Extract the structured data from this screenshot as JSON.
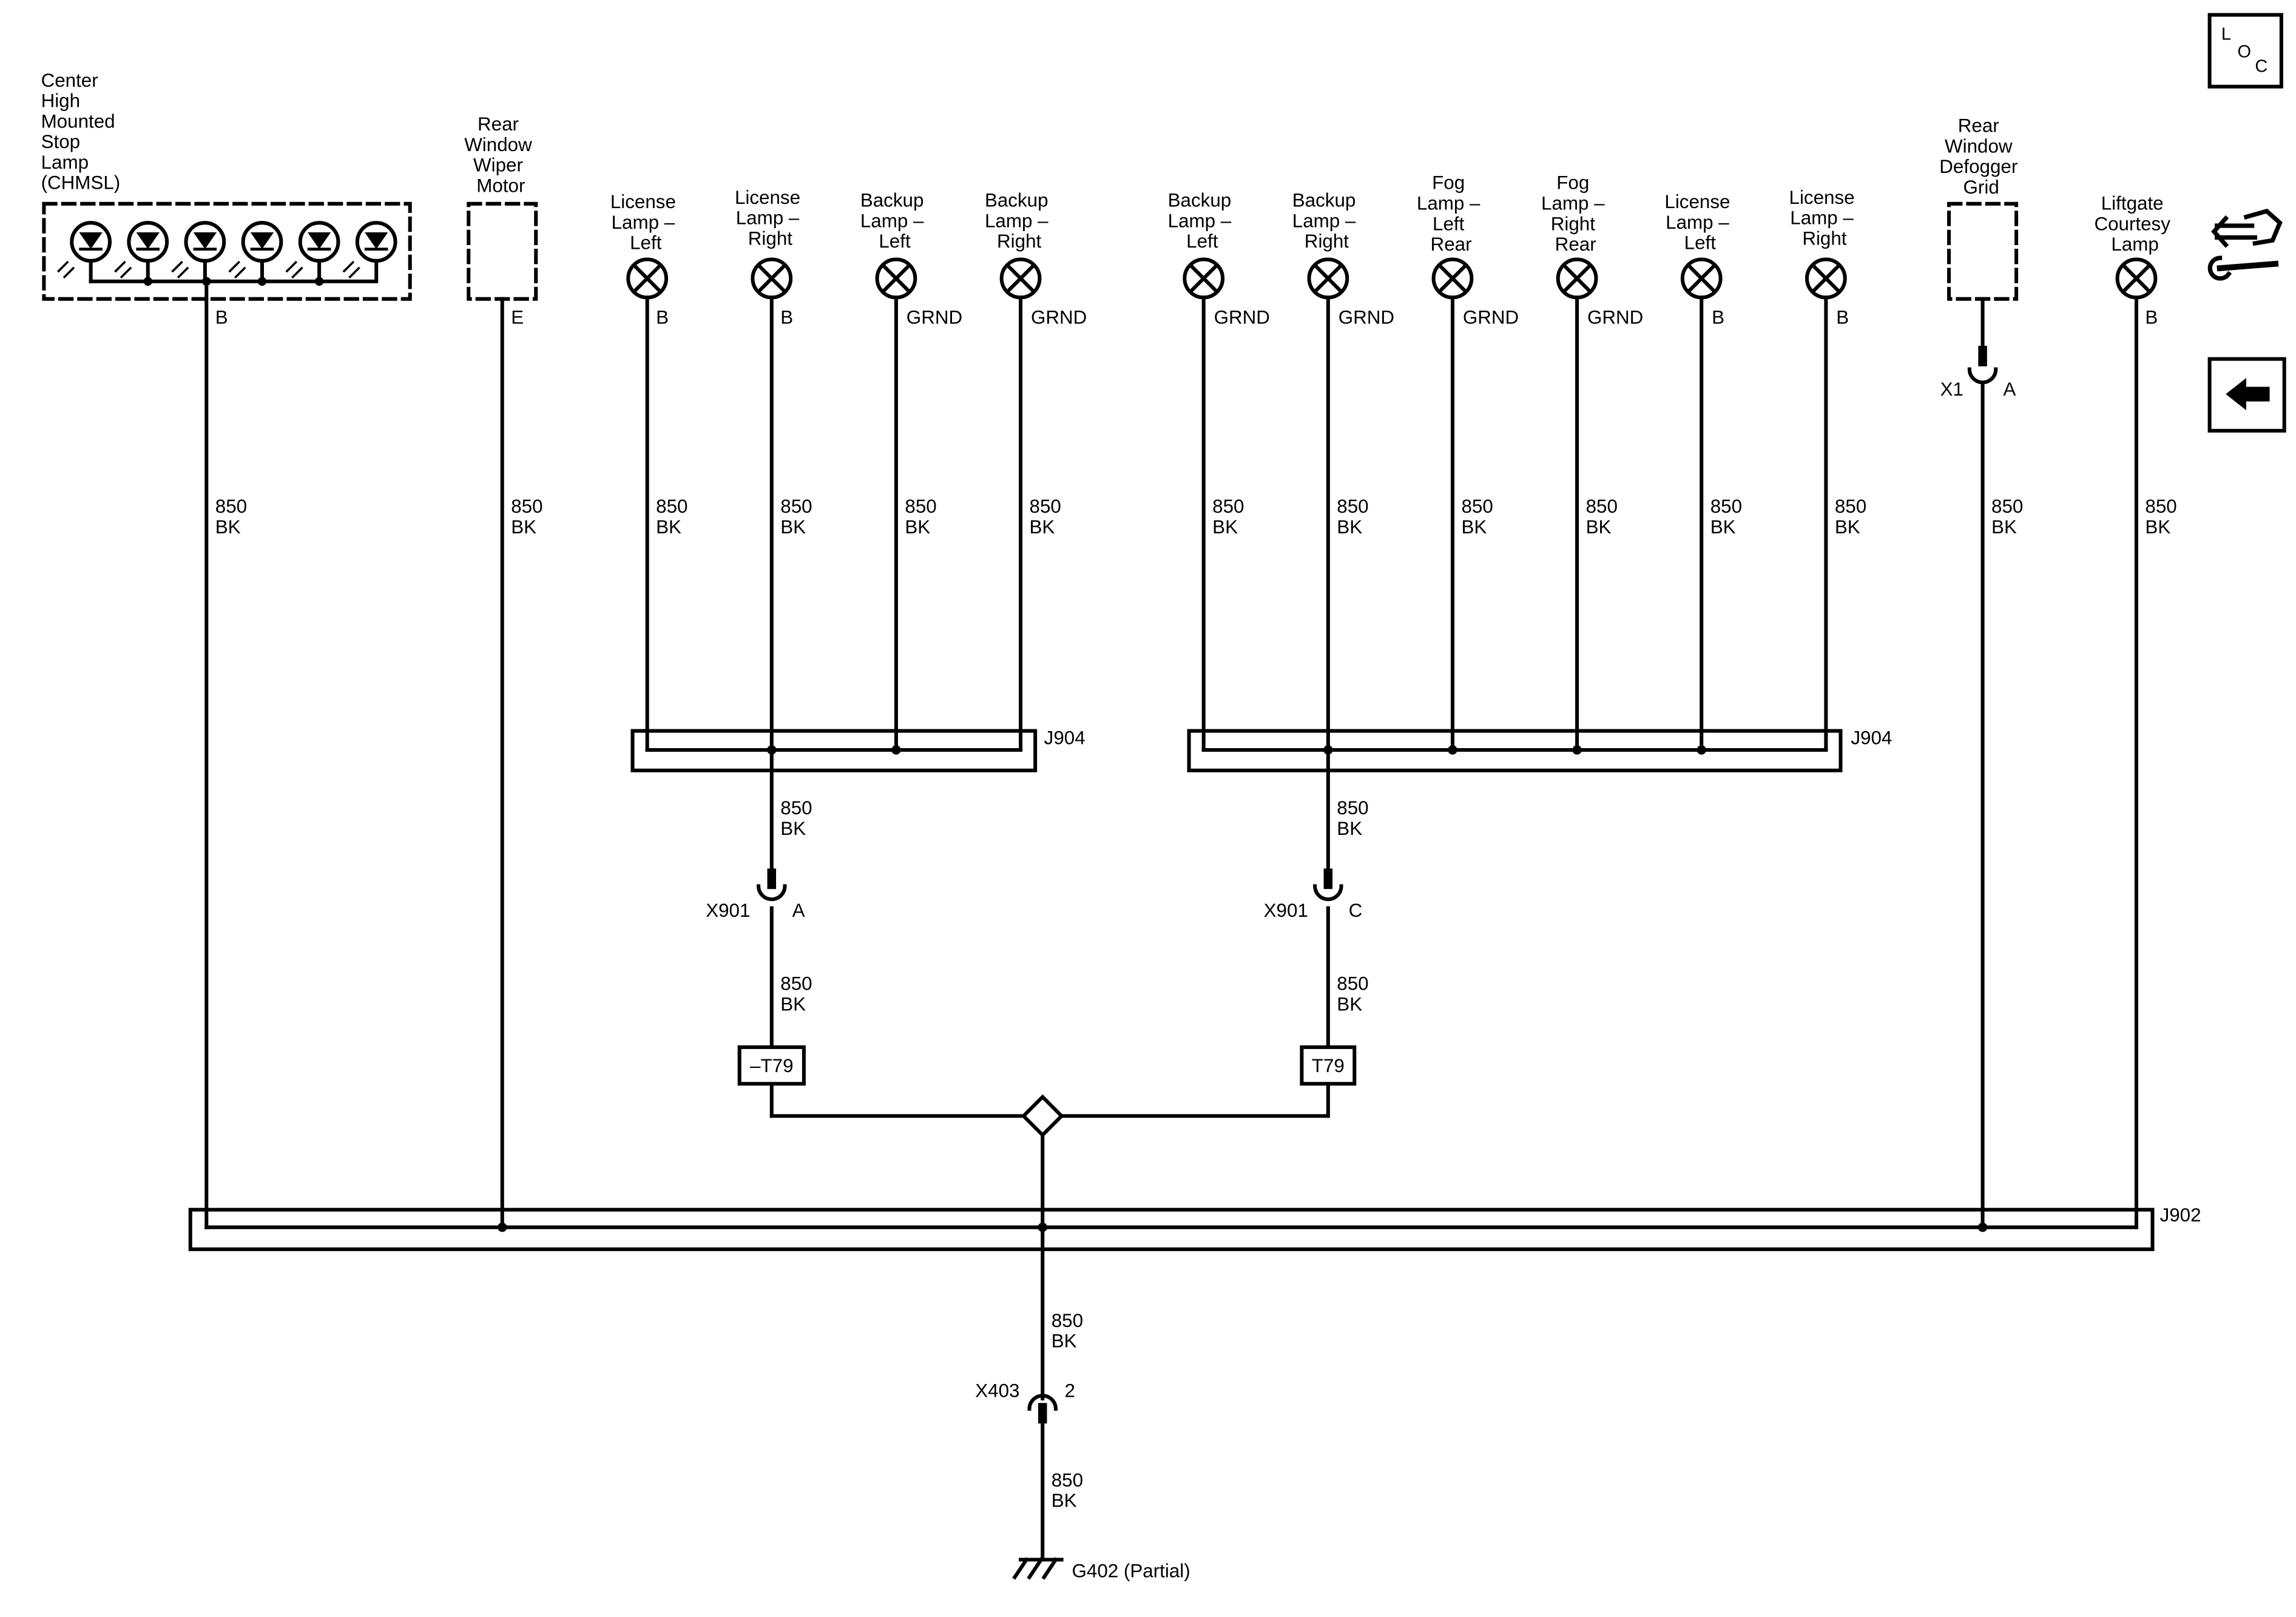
{
  "components": {
    "chmsl": [
      "Center",
      "High",
      "Mounted",
      "Stop",
      "Lamp",
      "(CHMSL)"
    ],
    "wiper": [
      "Rear",
      "Window",
      "Wiper",
      "Motor"
    ],
    "lic_left_1": [
      "License",
      "Lamp –",
      "Left"
    ],
    "lic_right_1": [
      "License",
      "Lamp –",
      "Right"
    ],
    "backup_left_1": [
      "Backup",
      "Lamp –",
      "Left"
    ],
    "backup_right_1": [
      "Backup",
      "Lamp –",
      "Right"
    ],
    "backup_left_2": [
      "Backup",
      "Lamp –",
      "Left"
    ],
    "backup_right_2": [
      "Backup",
      "Lamp –",
      "Right"
    ],
    "fog_left": [
      "Fog",
      "Lamp –",
      "Left",
      "Rear"
    ],
    "fog_right": [
      "Fog",
      "Lamp –",
      "Right",
      "Rear"
    ],
    "lic_left_2": [
      "License",
      "Lamp –",
      "Left"
    ],
    "lic_right_2": [
      "License",
      "Lamp –",
      "Right"
    ],
    "defogger": [
      "Rear",
      "Window",
      "Defogger",
      "Grid"
    ],
    "courtesy": [
      "Liftgate",
      "Courtesy",
      "Lamp"
    ]
  },
  "pins": {
    "chmsl": "B",
    "wiper": "E",
    "lic_left_1": "B",
    "lic_right_1": "B",
    "backup_left_1": "GRND",
    "backup_right_1": "GRND",
    "backup_left_2": "GRND",
    "backup_right_2": "GRND",
    "fog_left": "GRND",
    "fog_right": "GRND",
    "lic_left_2": "B",
    "lic_right_2": "B",
    "courtesy": "B"
  },
  "wire": {
    "circuit": "850",
    "color": "BK"
  },
  "splices": {
    "j904": "J904",
    "j902": "J902"
  },
  "connectors": {
    "x901": "X901",
    "x901_pin_a": "A",
    "x901_pin_c": "C",
    "x1": "X1",
    "x1_pin": "A",
    "x403": "X403",
    "x403_pin": "2"
  },
  "options": {
    "left": "–T79",
    "right": "T79"
  },
  "ground": "G402 (Partial)",
  "nav": {
    "loc_l": "L",
    "loc_o": "O",
    "loc_c": "C"
  }
}
